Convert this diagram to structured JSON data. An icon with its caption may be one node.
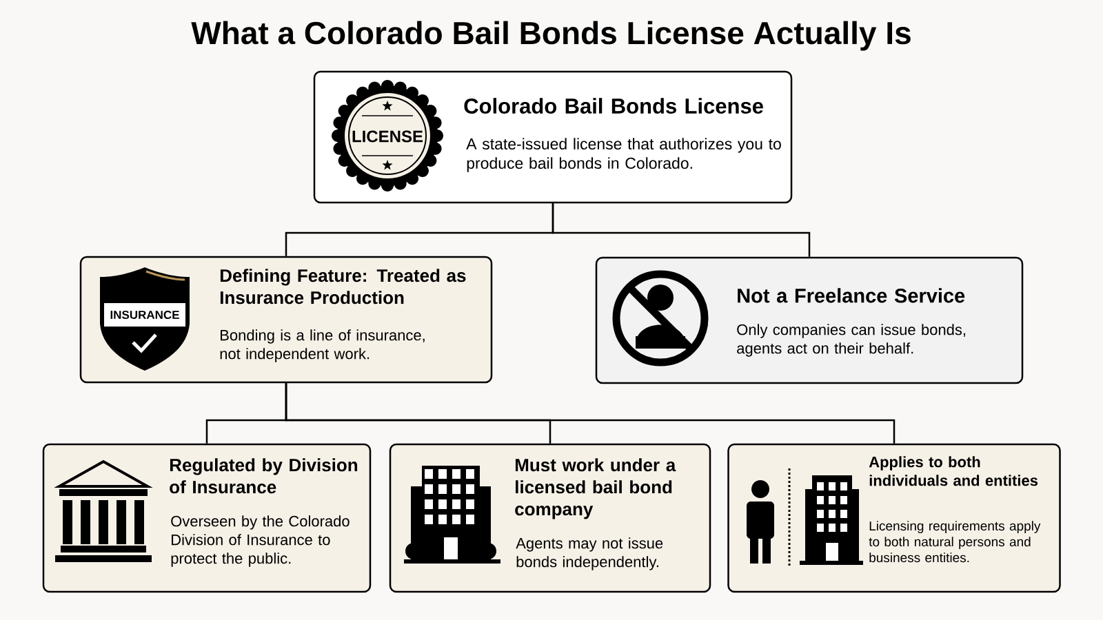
{
  "diagram": {
    "title": "What a Colorado Bail Bonds License Actually Is",
    "nodes": [
      {
        "text": [
          "Colorado Bail Bonds License",
          "A state-issued license that authorizes you to produce bail bonds in Colorado."
        ]
      },
      {
        "text": [
          "Defining Feature: Treated as Insurance Production",
          "Bonding is a line of insurance, not independent work."
        ]
      },
      {
        "text": [
          "Not a Freelance Service",
          "Only companies can issue bonds, agents act on their behalf."
        ]
      },
      {
        "text": [
          "Regulated by Division of Insurance",
          "Overseen by the Colorado Division of Insurance to protect the public."
        ]
      },
      {
        "text": [
          "Must work under a licensed bail bond company",
          "Agents may not issue bonds independently."
        ]
      },
      {
        "text": [
          "Applies to both individuals and entities",
          "Licensing requirements apply to both natural persons and business entities."
        ]
      }
    ],
    "edges": [
      {
        "from": 0,
        "to": 1,
        "arrow": "none"
      },
      {
        "from": 0,
        "to": 2,
        "arrow": "none"
      },
      {
        "from": 1,
        "to": 3,
        "arrow": "none"
      },
      {
        "from": 1,
        "to": 4,
        "arrow": "none"
      },
      {
        "from": 1,
        "to": 5,
        "arrow": "none"
      }
    ],
    "labels": [
      "LICENSE",
      "INSURANCE"
    ]
  }
}
